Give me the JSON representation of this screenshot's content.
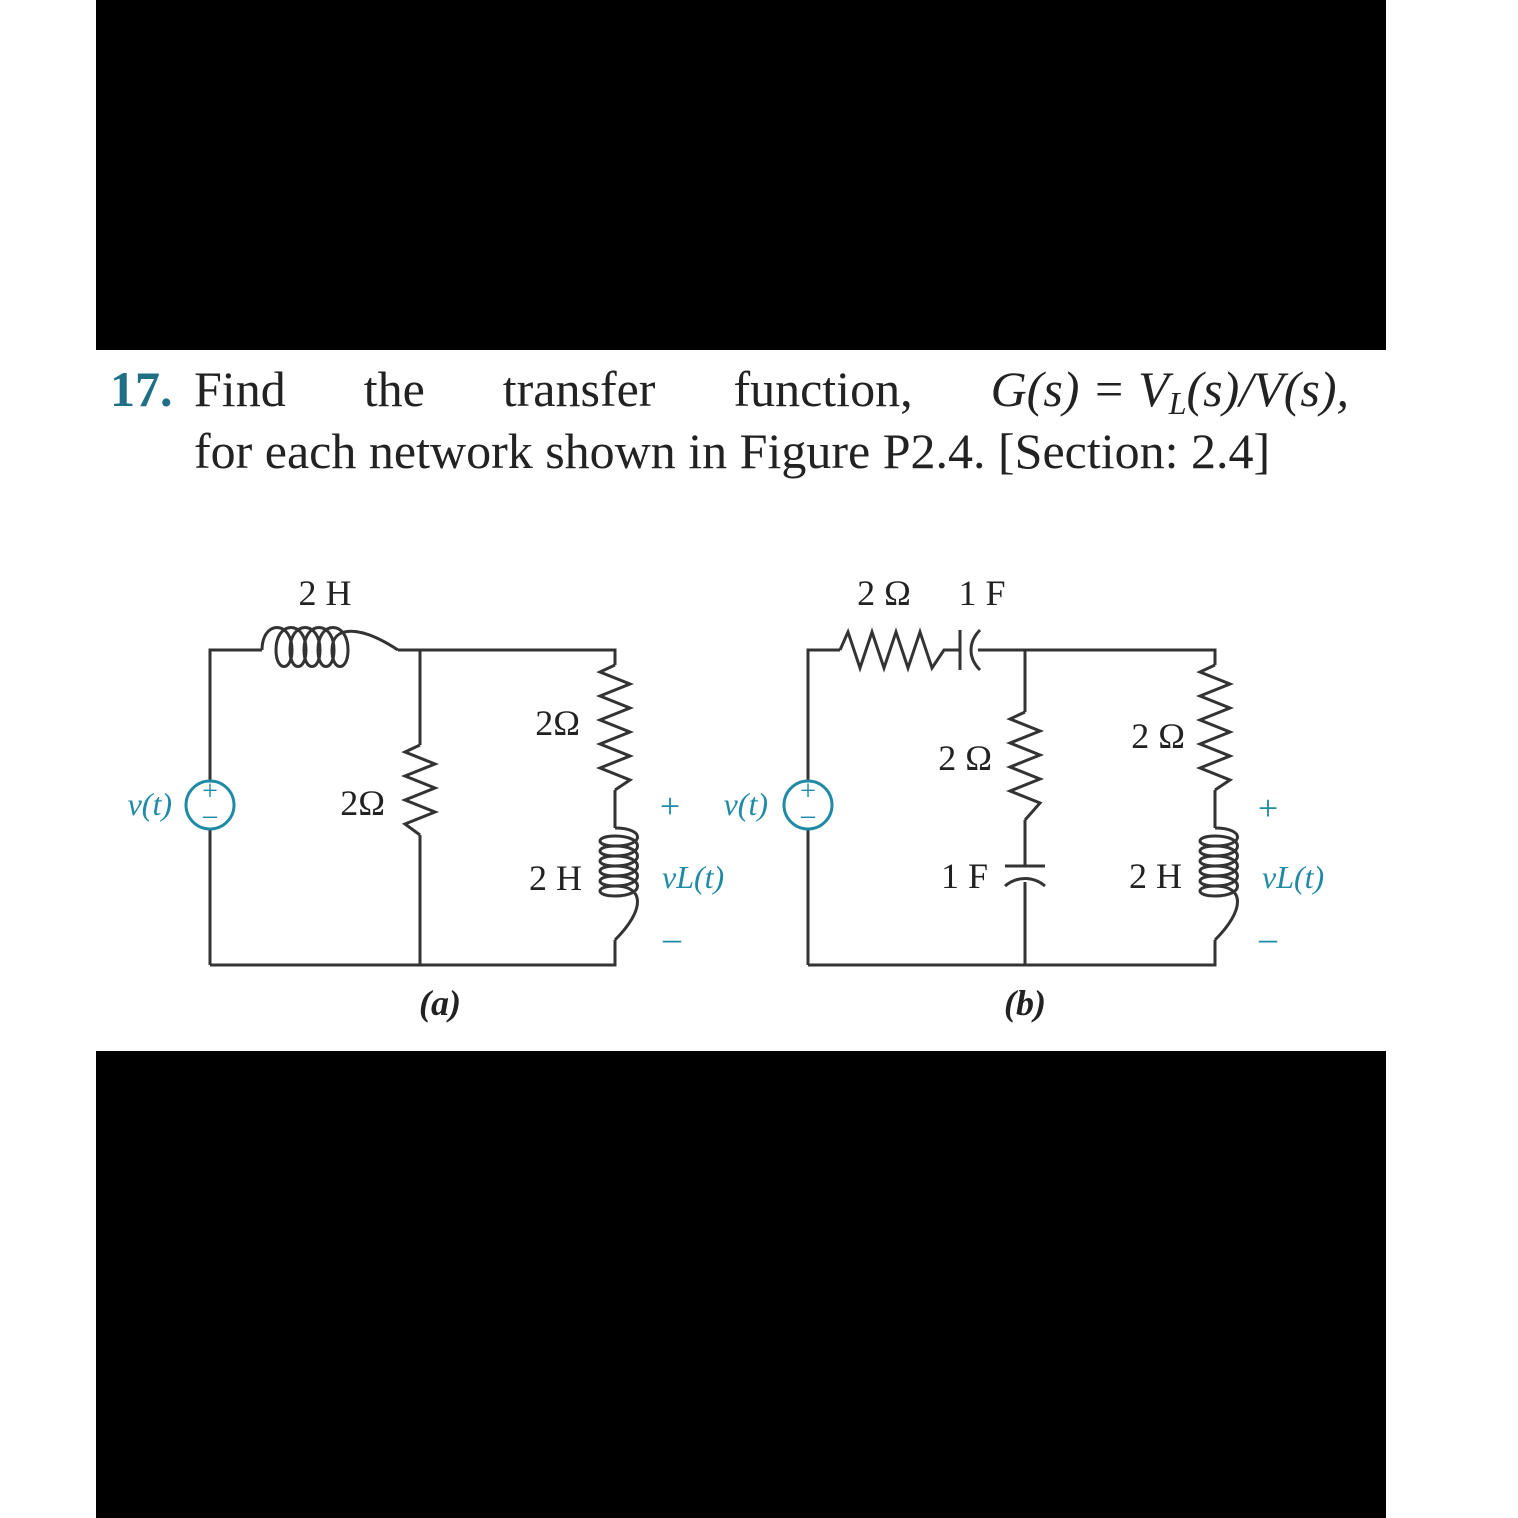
{
  "problem": {
    "number": "17.",
    "line1_words": [
      "Find",
      "the",
      "transfer",
      "function,"
    ],
    "formula": "G(s) = V",
    "formula_sub": "L",
    "formula_rest": "(s)/V(s),",
    "line2": "for each network shown in Figure P2.4. [Section: 2.4]"
  },
  "figure": {
    "a": {
      "caption": "(a)",
      "source_label": "v(t)",
      "series_inductor": "2 H",
      "shunt_resistor": "2Ω",
      "branch_resistor": "2Ω",
      "branch_inductor": "2 H",
      "output_plus": "+",
      "output_label": "vL(t)",
      "output_minus": "–"
    },
    "b": {
      "caption": "(b)",
      "source_label": "v(t)",
      "series_resistor": "2 Ω",
      "series_capacitor": "1 F",
      "shunt_resistor": "2 Ω",
      "shunt_capacitor": "1 F",
      "branch_resistor": "2 Ω",
      "branch_inductor": "2 H",
      "output_plus": "+",
      "output_label": "vL(t)",
      "output_minus": "–"
    }
  },
  "colors": {
    "accent": "#1f8aa6",
    "number": "#1f6f86",
    "ink": "#222222"
  }
}
